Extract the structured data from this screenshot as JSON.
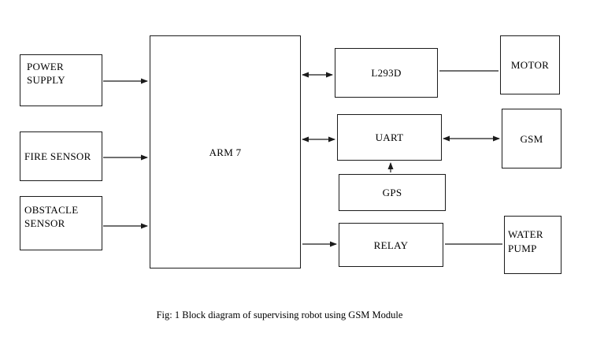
{
  "diagram": {
    "caption": "Fig: 1 Block diagram of supervising robot using GSM Module",
    "blocks": {
      "power_supply": {
        "label": "POWER SUPPLY"
      },
      "fire_sensor": {
        "label": "FIRE SENSOR"
      },
      "obstacle_sensor": {
        "label": "OBSTACLE SENSOR"
      },
      "arm7": {
        "label": "ARM 7"
      },
      "l293d": {
        "label": "L293D"
      },
      "uart": {
        "label": "UART"
      },
      "gps": {
        "label": "GPS"
      },
      "relay": {
        "label": "RELAY"
      },
      "motor": {
        "label": "MOTOR"
      },
      "gsm": {
        "label": "GSM"
      },
      "water_pump": {
        "label": "WATER PUMP"
      }
    },
    "connections": [
      {
        "from": "power_supply",
        "to": "arm7",
        "style": "arrow"
      },
      {
        "from": "fire_sensor",
        "to": "arm7",
        "style": "arrow"
      },
      {
        "from": "obstacle_sensor",
        "to": "arm7",
        "style": "arrow"
      },
      {
        "from": "arm7",
        "to": "l293d",
        "style": "double-arrow"
      },
      {
        "from": "arm7",
        "to": "uart",
        "style": "double-arrow"
      },
      {
        "from": "uart",
        "to": "gsm",
        "style": "double-arrow"
      },
      {
        "from": "gps",
        "to": "uart",
        "style": "arrow"
      },
      {
        "from": "arm7",
        "to": "relay",
        "style": "arrow"
      },
      {
        "from": "relay",
        "to": "water_pump",
        "style": "line"
      },
      {
        "from": "l293d",
        "to": "motor",
        "style": "line"
      }
    ],
    "line_color": "#1b1b1b"
  }
}
